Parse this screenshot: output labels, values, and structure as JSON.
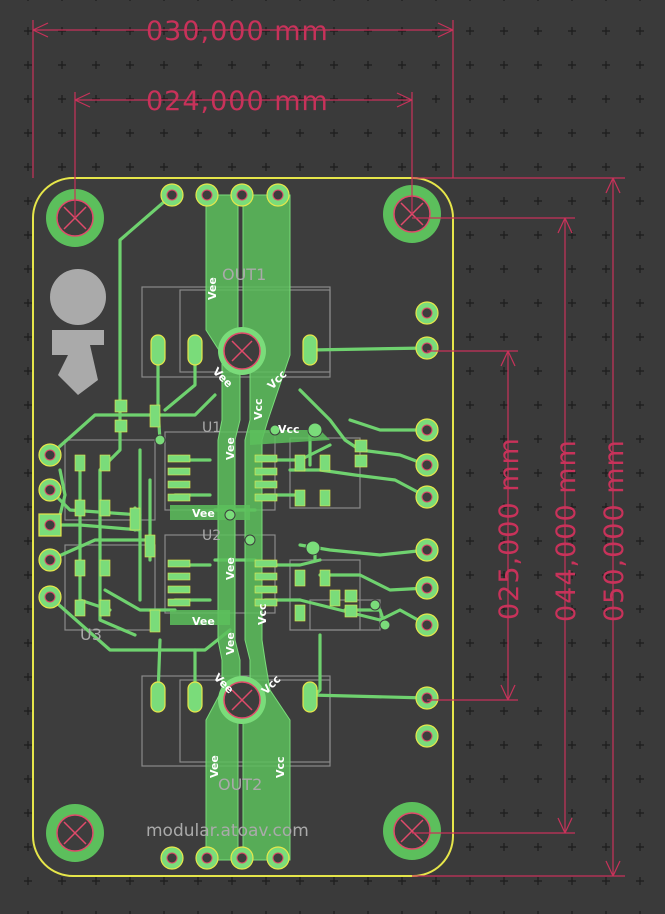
{
  "dimensions": {
    "width_30": "030,000 mm",
    "width_24": "024,000 mm",
    "height_25": "025,000 mm",
    "height_44": "044,000 mm",
    "height_50": "050,000 mm"
  },
  "silkscreen": {
    "out1": "OUT1",
    "out2": "OUT2",
    "u1": "U1",
    "u2": "U2",
    "u3": "U3",
    "website": "modular.atoav.com"
  },
  "nets": {
    "vee": "Vee",
    "vcc": "Vcc"
  },
  "colors": {
    "background": "#3a3a3a",
    "grid": "#1c1c1c",
    "copper": "#6fd26f",
    "copper_fill": "#5cbf5c",
    "pad": "#7adc7a",
    "drill": "#e04a6a",
    "dimension": "#c8325a",
    "outline": "#e6e64a",
    "silk": "#aaaaaa",
    "courtyard": "#8a8a8a"
  }
}
